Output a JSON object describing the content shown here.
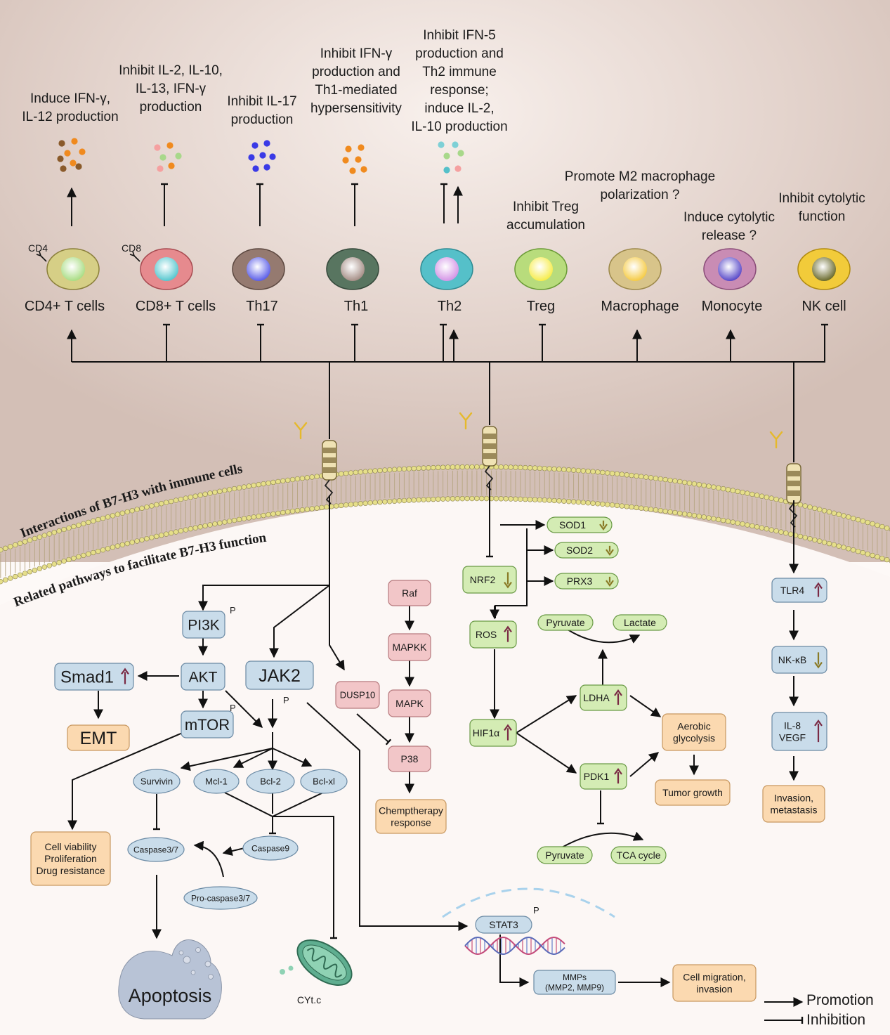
{
  "cells": [
    {
      "id": "cd4",
      "label": "CD4+ T cells",
      "marker": "CD4",
      "effect": [
        "Induce IFN-γ,",
        "IL-12 production"
      ]
    },
    {
      "id": "cd8",
      "label": "CD8+ T cells",
      "marker": "CD8",
      "effect": [
        "Inhibit IL-2, IL-10,",
        "IL-13, IFN-γ",
        "production"
      ]
    },
    {
      "id": "th17",
      "label": "Th17",
      "effect": [
        "Inhibit IL-17",
        "production"
      ]
    },
    {
      "id": "th1",
      "label": "Th1",
      "effect": [
        "Inhibit IFN-γ",
        "production and",
        "Th1-mediated",
        "hypersensitivity"
      ]
    },
    {
      "id": "th2",
      "label": "Th2",
      "effect": [
        "Inhibit IFN-5",
        "production and",
        "Th2 immune",
        "response;",
        "induce IL-2,",
        "IL-10 production"
      ]
    },
    {
      "id": "treg",
      "label": "Treg",
      "effect": [
        "Inhibit Treg",
        "accumulation"
      ]
    },
    {
      "id": "macrophage",
      "label": "Macrophage",
      "effect": [
        "Promote M2 macrophage",
        "polarization ?"
      ]
    },
    {
      "id": "monocyte",
      "label": "Monocyte",
      "effect": [
        "Induce cytolytic",
        "release ?"
      ]
    },
    {
      "id": "nk",
      "label": "NK cell",
      "effect": [
        "Inhibit cytolytic",
        "function"
      ]
    }
  ],
  "membrane": {
    "upper_label": "Interactions of B7-H3 with immune cells",
    "lower_label": "Related pathways to facilitate B7-H3 function"
  },
  "nodes": {
    "pi3k": "PI3K",
    "akt": "AKT",
    "smad1": "Smad1",
    "emt": "EMT",
    "mtor": "mTOR",
    "jak2": "JAK2",
    "p": "P",
    "survivin": "Survivin",
    "mcl1": "Mcl-1",
    "bcl2": "Bcl-2",
    "bclxl": "Bcl-xl",
    "caspase37": "Caspase3/7",
    "caspase9": "Caspase9",
    "procaspase37": "Pro-caspase3/7",
    "viability": [
      "Cell viability",
      "Proliferation",
      "Drug resistance"
    ],
    "apoptosis": "Apoptosis",
    "cytc": "CYt.c",
    "dusp10": "DUSP10",
    "raf": "Raf",
    "mapkk": "MAPKK",
    "mapk": "MAPK",
    "p38": "P38",
    "chemo": [
      "Chemptherapy",
      "response"
    ],
    "stat3": "STAT3",
    "mmps": [
      "MMPs",
      "(MMP2, MMP9)"
    ],
    "migration": [
      "Cell migration,",
      "invasion"
    ],
    "sod1": "SOD1",
    "sod2": "SOD2",
    "prx3": "PRX3",
    "nrf2": "NRF2",
    "ros": "ROS",
    "hif1a": "HIF1α",
    "ldha": "LDHA",
    "pdk1": "PDK1",
    "pyruvate": "Pyruvate",
    "lactate": "Lactate",
    "tca": "TCA cycle",
    "aerobic": [
      "Aerobic",
      "glycolysis"
    ],
    "tumor_growth": "Tumor growth",
    "tlr4": "TLR4",
    "nfkb": "NK-κB",
    "il8": [
      "IL-8",
      "VEGF"
    ],
    "invasion": [
      "Invasion,",
      "metastasis"
    ]
  },
  "legend": {
    "promotion": "Promotion",
    "inhibition": "Inhibition"
  },
  "colors": {
    "blue": "#c9dcea",
    "pink": "#f2c6c8",
    "green": "#d4ecb4",
    "orange": "#fbd9b0",
    "up": "#7a2a44",
    "down": "#8a7a26"
  }
}
